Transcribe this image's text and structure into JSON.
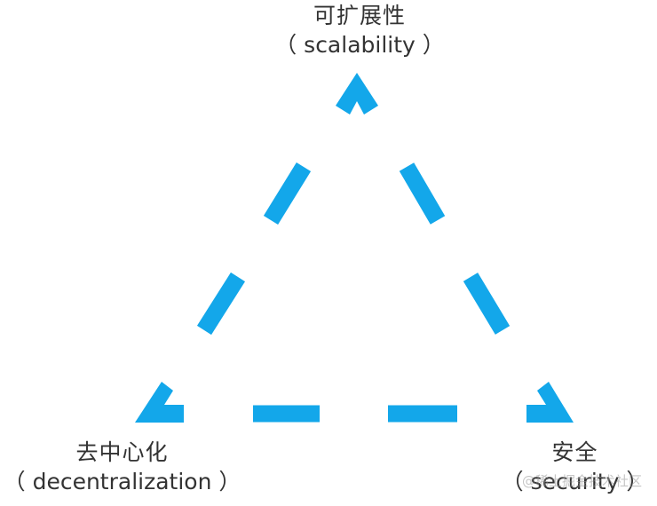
{
  "colors": {
    "stroke": "#13a7ea",
    "text": "#333333"
  },
  "vertices": {
    "top": {
      "cn": "可扩展性",
      "en": "（ scalability ）"
    },
    "left": {
      "cn": "去中心化",
      "en": "（ decentralization ）"
    },
    "right": {
      "cn": "安全",
      "en": "（ security ）"
    }
  },
  "watermark": "@稀土掘金技术社区"
}
